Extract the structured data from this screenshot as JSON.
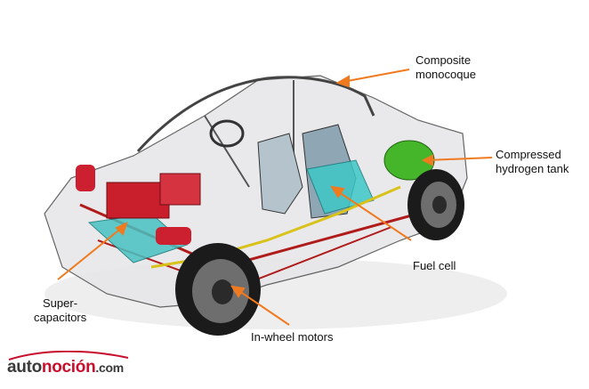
{
  "labels": {
    "composite": [
      "Composite",
      "monocoque"
    ],
    "hydrogen": [
      "Compressed",
      "hydrogen tank"
    ],
    "fuel_cell": [
      "Fuel cell"
    ],
    "supercap": [
      "Super-",
      "capacitors"
    ],
    "motors": [
      "In-wheel motors"
    ]
  },
  "logo": {
    "part1": "auto",
    "part2": "noción",
    "part3": ".com"
  },
  "colors": {
    "arrow": "#f07a1f",
    "accent": "#c8102e",
    "fuel_cell": "#3ec7c7",
    "tank": "#45b52a",
    "chassis": "#b01c1c"
  }
}
